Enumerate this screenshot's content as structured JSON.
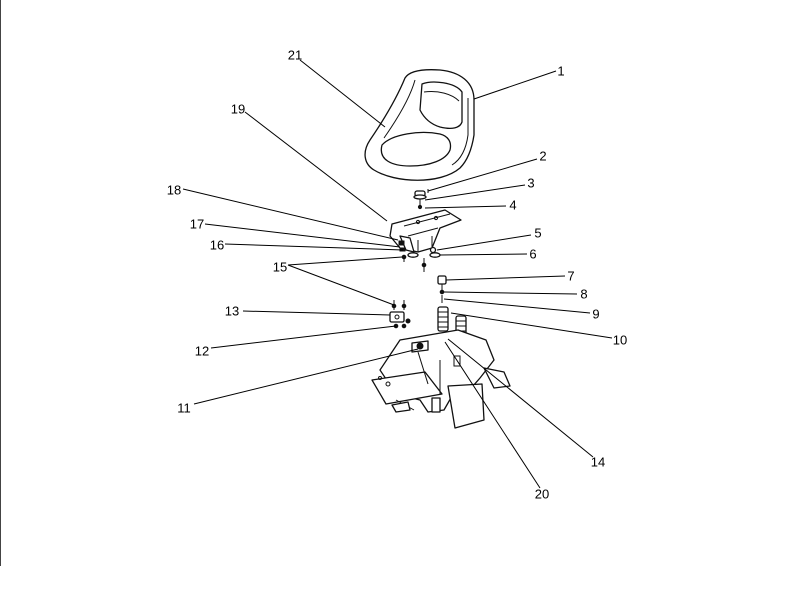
{
  "callouts": {
    "c1": "1",
    "c2": "2",
    "c3": "3",
    "c4": "4",
    "c5": "5",
    "c6": "6",
    "c7": "7",
    "c8": "8",
    "c9": "9",
    "c10": "10",
    "c11": "11",
    "c12": "12",
    "c13": "13",
    "c14": "14",
    "c15": "15",
    "c16": "16",
    "c17": "17",
    "c18": "18",
    "c19": "19",
    "c20": "20",
    "c21": "21"
  },
  "colors": {
    "line": "#111111",
    "background": "#ffffff"
  }
}
